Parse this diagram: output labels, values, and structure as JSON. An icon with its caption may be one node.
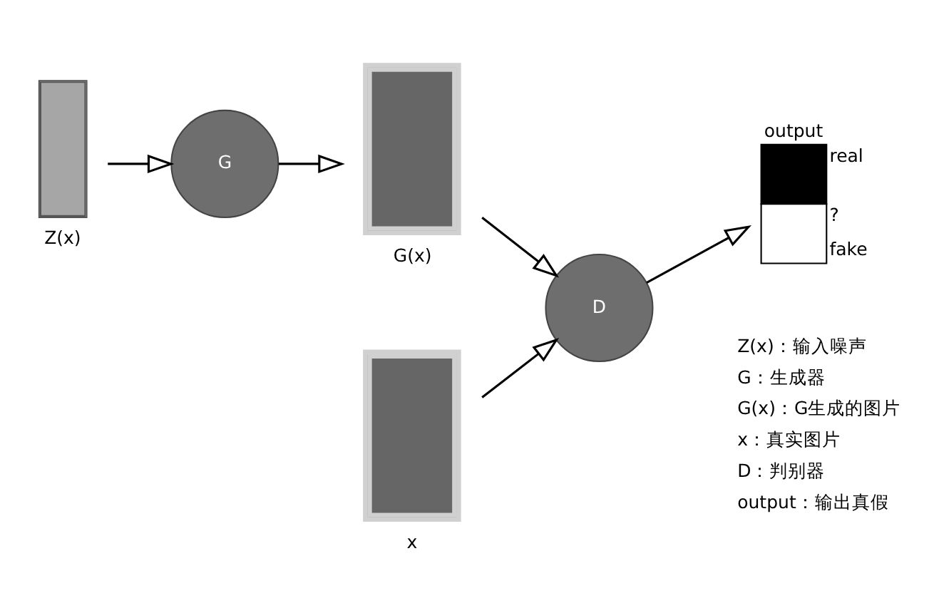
{
  "diagram": {
    "nodes": [
      {
        "text": [
          "Z(x)"
        ]
      },
      {
        "text": [
          "G"
        ]
      },
      {
        "text": [
          "G(x)"
        ]
      },
      {
        "text": [
          "x"
        ]
      },
      {
        "text": [
          "D"
        ]
      },
      {
        "text": [
          "output"
        ],
        "beside": [
          "real",
          "?",
          "fake"
        ]
      }
    ],
    "edges": [
      {
        "from": 0,
        "to": 1,
        "arrow": "to"
      },
      {
        "from": 1,
        "to": 2,
        "arrow": "to"
      },
      {
        "from": 2,
        "to": 4,
        "arrow": "to"
      },
      {
        "from": 3,
        "to": 4,
        "arrow": "to"
      },
      {
        "from": 4,
        "to": 5,
        "arrow": "to"
      }
    ],
    "labels": [
      "Z(x)：输入噪声",
      "G：生成器",
      "G(x)：G生成的图片",
      "x：真实图片",
      "D：判别器",
      "output：输出真假"
    ]
  }
}
